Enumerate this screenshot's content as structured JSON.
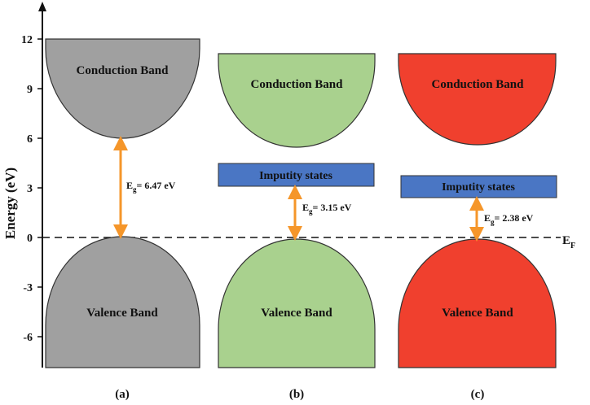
{
  "axis": {
    "title": "Energy (eV)",
    "ticks": [
      "12",
      "9",
      "6",
      "3",
      "0",
      "-3",
      "-6"
    ]
  },
  "fermi": {
    "label": "E",
    "subscript": "F"
  },
  "colors": {
    "gray": "#a0a0a0",
    "green": "#a9d18e",
    "red": "#f0402e",
    "impurity": "#4a76c4",
    "arrow": "#f5962a"
  },
  "panels": [
    {
      "label": "(a)",
      "conduction_label": "Conduction Band",
      "valence_label": "Valence Band",
      "gap": {
        "prefix": "E",
        "sub": "g",
        "value": "= 6.47 eV"
      }
    },
    {
      "label": "(b)",
      "conduction_label": "Conduction Band",
      "valence_label": "Valence Band",
      "impurity_label": "Imputity states",
      "gap": {
        "prefix": "E",
        "sub": "g",
        "value": "= 3.15 eV"
      }
    },
    {
      "label": "(c)",
      "conduction_label": "Conduction Band",
      "valence_label": "Valence Band",
      "impurity_label": "Imputity states",
      "gap": {
        "prefix": "E",
        "sub": "g",
        "value": "= 2.38 eV"
      }
    }
  ]
}
